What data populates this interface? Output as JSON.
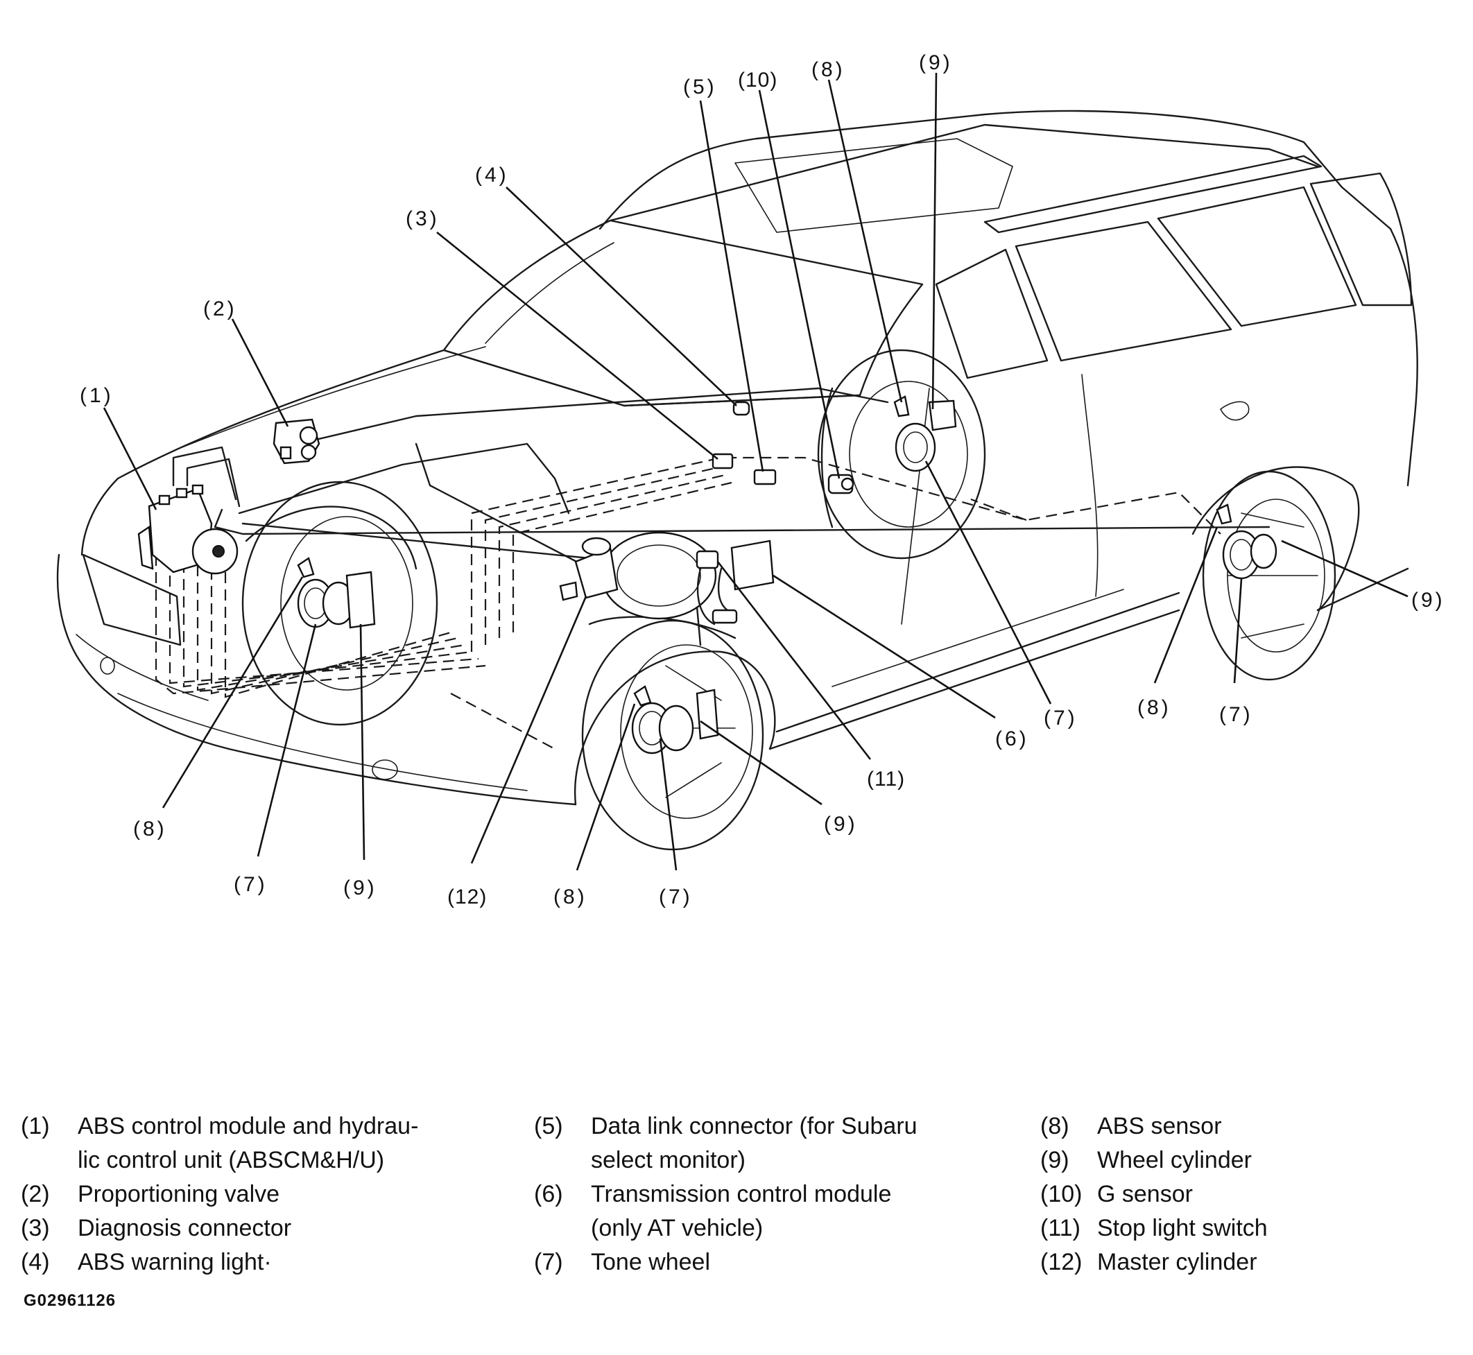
{
  "diagram": {
    "callouts": {
      "c1": "(1)",
      "c2": "(2)",
      "c3": "(3)",
      "c4": "(4)",
      "c5": "(5)",
      "c10": "(10)",
      "c8_top": "(8)",
      "c9_top": "(9)",
      "c9_right": "(9)",
      "c8_rr": "(8)",
      "c7_rr": "(7)",
      "c7_rf": "(7)",
      "c6": "(6)",
      "c11": "(11)",
      "c9_fr": "(9)",
      "c8_fl": "(8)",
      "c7_fl": "(7)",
      "c9_fl": "(9)",
      "c12": "(12)",
      "c8_fr": "(8)",
      "c7_fr": "(7)"
    }
  },
  "legend": {
    "col1": [
      {
        "num": "(1)",
        "lines": [
          "ABS control module and hydrau-",
          "lic control unit (ABSCM&H/U)"
        ]
      },
      {
        "num": "(2)",
        "lines": [
          "Proportioning valve"
        ]
      },
      {
        "num": "(3)",
        "lines": [
          "Diagnosis connector"
        ]
      },
      {
        "num": "(4)",
        "lines": [
          "ABS warning light·"
        ]
      }
    ],
    "col2": [
      {
        "num": "(5)",
        "lines": [
          "Data link connector (for Subaru",
          "select monitor)"
        ]
      },
      {
        "num": "(6)",
        "lines": [
          "Transmission control module",
          "(only AT vehicle)"
        ]
      },
      {
        "num": "(7)",
        "lines": [
          "Tone wheel"
        ]
      }
    ],
    "col3": [
      {
        "num": "(8)",
        "lines": [
          "ABS sensor"
        ]
      },
      {
        "num": "(9)",
        "lines": [
          "Wheel cylinder"
        ]
      },
      {
        "num": "(10)",
        "lines": [
          "G sensor"
        ]
      },
      {
        "num": "(11)",
        "lines": [
          "Stop light switch"
        ]
      },
      {
        "num": "(12)",
        "lines": [
          "Master cylinder"
        ]
      }
    ]
  },
  "figure_code": "G02961126"
}
